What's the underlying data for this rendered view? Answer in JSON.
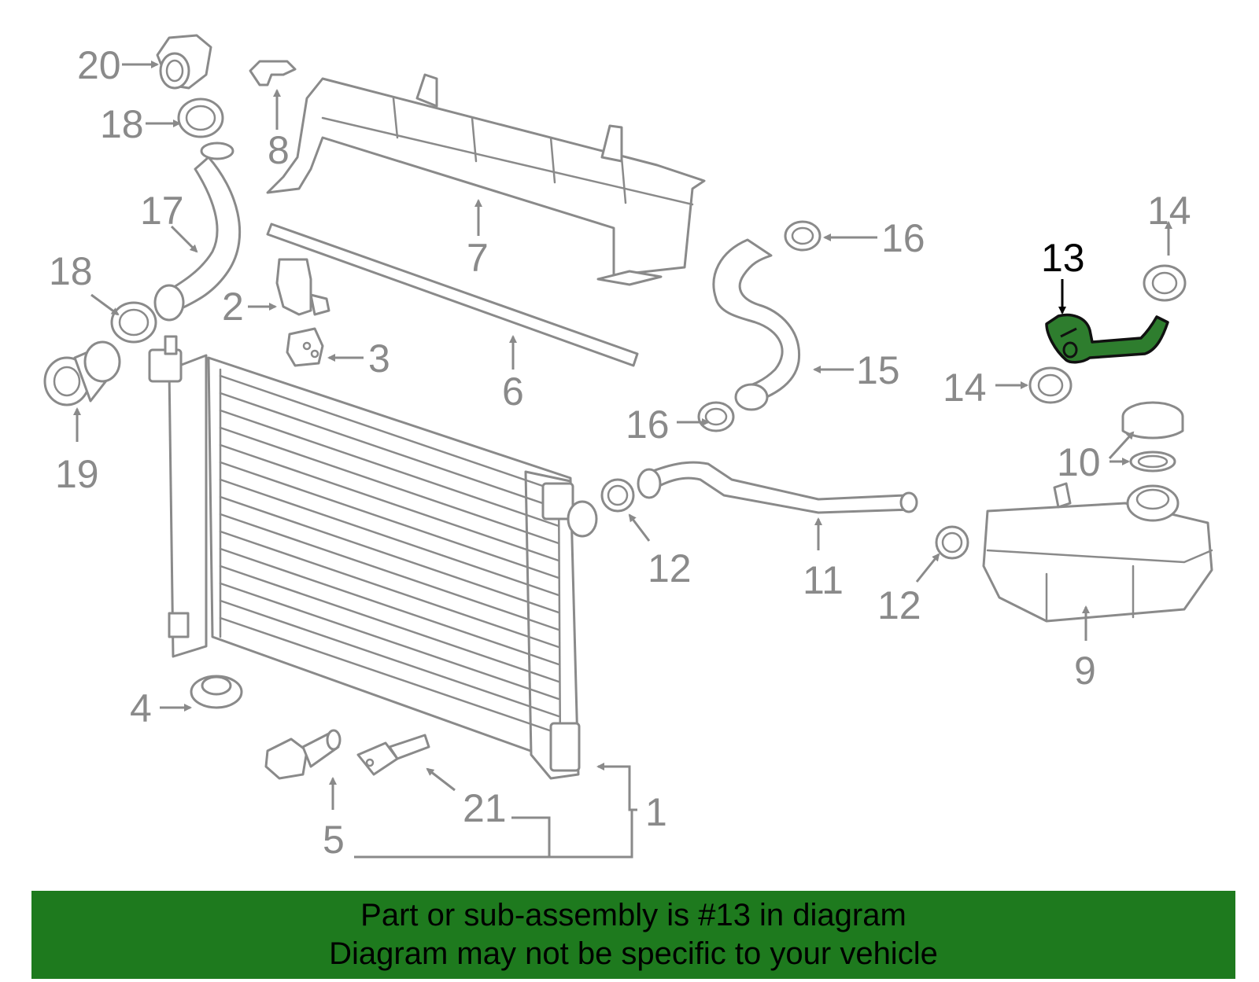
{
  "diagram": {
    "callouts": {
      "c1": "1",
      "c2": "2",
      "c3": "3",
      "c4": "4",
      "c5": "5",
      "c6": "6",
      "c7": "7",
      "c8": "8",
      "c9": "9",
      "c10": "10",
      "c11": "11",
      "c12a": "12",
      "c12b": "12",
      "c13": "13",
      "c14a": "14",
      "c14b": "14",
      "c15": "15",
      "c16a": "16",
      "c16b": "16",
      "c17": "17",
      "c18a": "18",
      "c18b": "18",
      "c19": "19",
      "c20": "20",
      "c21": "21"
    },
    "highlighted_part": "13",
    "colors": {
      "line": "#8a8a8a",
      "highlight": "#2e7d2e",
      "banner": "#1e7a1e"
    }
  },
  "banner": {
    "line1": "Part or sub-assembly is #13 in diagram",
    "line2": "Diagram may not be specific to your vehicle"
  }
}
